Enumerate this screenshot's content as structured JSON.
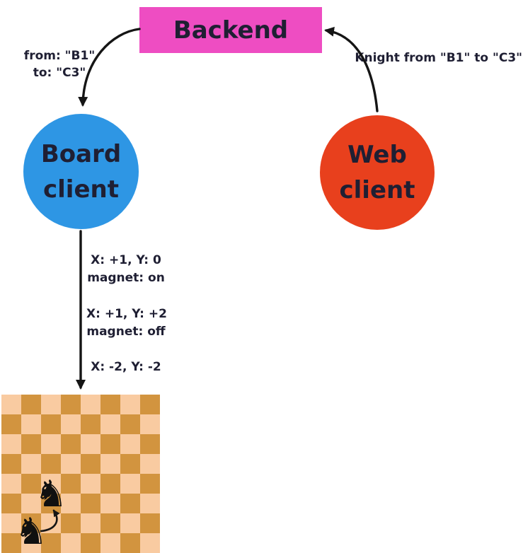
{
  "diagram": {
    "type": "architecture-flow",
    "background": "#ffffff",
    "text_color": "#1f1f33",
    "arrow_color": "#151515",
    "nodes": {
      "backend": {
        "label": "Backend",
        "shape": "rectangle",
        "color": "#ee4dc2"
      },
      "board_client": {
        "label_line1": "Board",
        "label_line2": "client",
        "shape": "circle",
        "color": "#2e96e4"
      },
      "web_client": {
        "label_line1": "Web",
        "label_line2": "client",
        "shape": "circle",
        "color": "#e8401d"
      }
    },
    "edges": {
      "backend_to_board": {
        "from": "Backend",
        "to": "Board client",
        "label_line1": "from: \"B1\"",
        "label_line2": "to: \"C3\""
      },
      "web_to_backend": {
        "from": "Web client",
        "to": "Backend",
        "label": "Knight from \"B1\" to \"C3\""
      },
      "board_to_chessboard": {
        "from": "Board client",
        "to": "Chessboard",
        "steps": [
          {
            "line1": "X: +1, Y: 0",
            "line2": "magnet: on"
          },
          {
            "line1": "X: +1, Y: +2",
            "line2": "magnet: off"
          },
          {
            "line1": "X: -2, Y: -2",
            "line2": ""
          }
        ]
      }
    }
  },
  "chessboard": {
    "rows": 8,
    "cols": 8,
    "light_color": "#f9cba1",
    "dark_color": "#d2943f",
    "pieces": [
      {
        "type": "black-knight",
        "glyph": "♞",
        "square": "B1"
      },
      {
        "type": "black-knight",
        "glyph": "♞",
        "square": "C3"
      }
    ],
    "move_arrow_from": "B1",
    "move_arrow_to": "C3"
  }
}
